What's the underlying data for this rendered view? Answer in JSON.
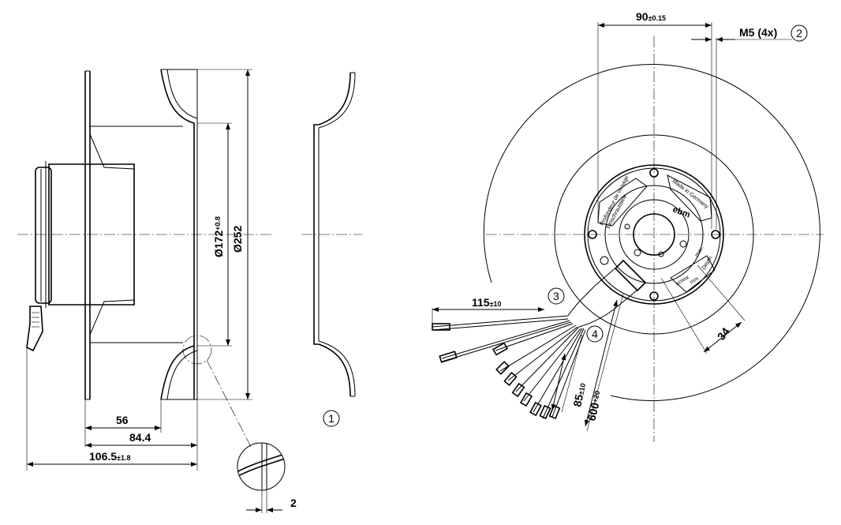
{
  "dimensions": {
    "d90": {
      "value": "90",
      "tol": "±0.15"
    },
    "m5": "M5 (4x)",
    "d115": {
      "value": "115",
      "tol": "±10"
    },
    "d34": "34",
    "d85": {
      "value": "85",
      "tol": "±10"
    },
    "d600": {
      "value": "600",
      "tol": "+20"
    },
    "d172": {
      "value": "Ø172",
      "tol": "+0.8"
    },
    "d252": "Ø252",
    "d56": "56",
    "d84": "84.4",
    "d106": {
      "value": "106.5",
      "tol": "±1.8"
    },
    "d2": "2"
  },
  "callouts": [
    "1",
    "2",
    "3",
    "4"
  ],
  "label_text": {
    "left": "Profondeur de vissage",
    "left2": "Einschraubtiefe",
    "right": "Made in Germany",
    "brand": "ebm",
    "depth1": "max.",
    "depth2": "Depth",
    "depth3": "mm",
    "depth4": "screw"
  }
}
